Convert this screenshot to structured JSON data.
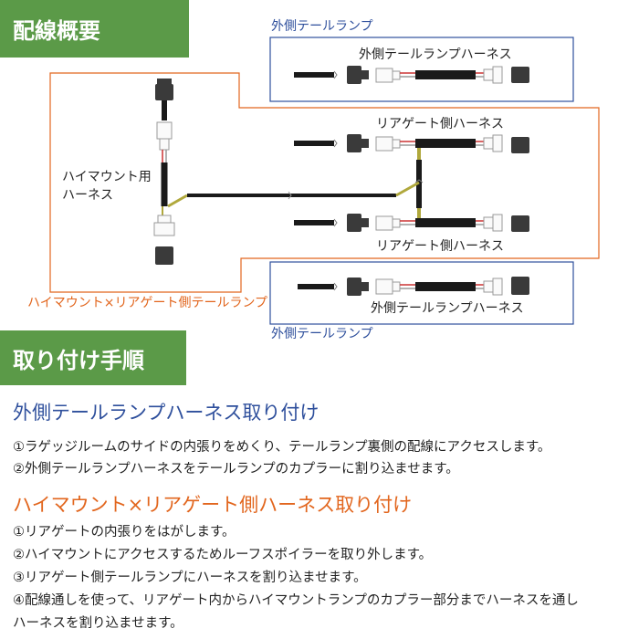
{
  "section1": {
    "title": "配線概要"
  },
  "diagram": {
    "outer_top_box_label": "外側テールランプ",
    "outer_top_harness_label": "外側テールランプハーネス",
    "rear_gate_top_label": "リアゲート側ハーネス",
    "rear_gate_bottom_label": "リアゲート側ハーネス",
    "highmount_label_line1": "ハイマウント用",
    "highmount_label_line2": "ハーネス",
    "orange_box_label": "ハイマウント×リアゲート側テールランプ",
    "outer_bottom_harness_label": "外側テールランプハーネス",
    "outer_bottom_box_label": "外側テールランプ",
    "colors": {
      "blue_frame": "#2e4f9c",
      "orange_frame": "#e2661e",
      "section_green": "#5b9a48"
    }
  },
  "section2": {
    "title": "取り付け手順"
  },
  "steps": {
    "heading1": "外側テールランプハーネス取り付け",
    "group1": [
      "①ラゲッジルームのサイドの内張りをめくり、テールランプ裏側の配線にアクセスします。",
      "②外側テールランプハーネスをテールランプのカプラーに割り込ませます。"
    ],
    "heading2": "ハイマウント×リアゲート側ハーネス取り付け",
    "group2": [
      "①リアゲートの内張りをはがします。",
      "②ハイマウントにアクセスするためルーフスポイラーを取り外します。",
      "③リアゲート側テールランプにハーネスを割り込ませます。",
      "④配線通しを使って、リアゲート内からハイマウントランプのカプラー部分までハーネスを通し",
      "ハーネスを割り込ませます。"
    ]
  }
}
